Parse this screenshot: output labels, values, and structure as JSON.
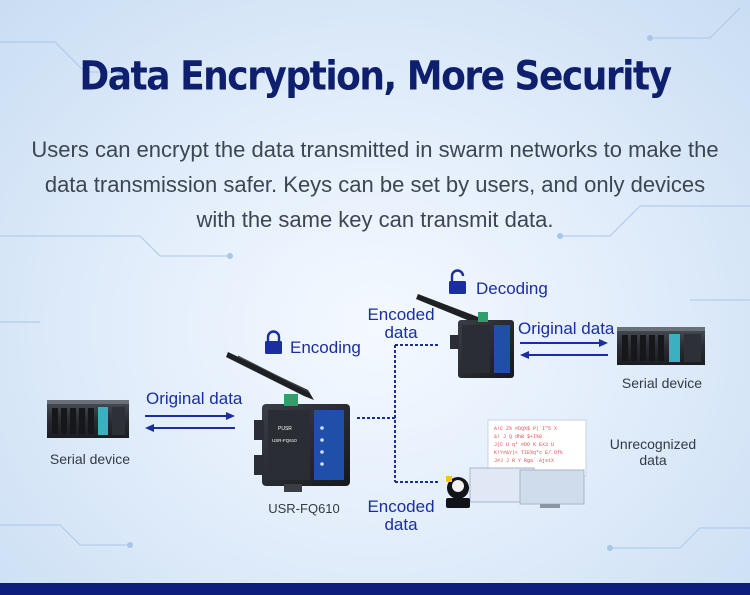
{
  "title": "Data Encryption, More Security",
  "subtitle": "Users can encrypt the data transmitted in swarm networks to make the data transmission safer. Keys can be set by users, and only devices with the same key can transmit data.",
  "diagram": {
    "left_device": "Serial device",
    "right_device": "Serial device",
    "original_data_left": "Original data",
    "original_data_right": "Original data",
    "encoding": "Encoding",
    "decoding": "Decoding",
    "encoded_top": [
      "Encoded",
      "data"
    ],
    "encoded_bottom": [
      "Encoded",
      "data"
    ],
    "unrecognized": [
      "Unrecognized",
      "data"
    ],
    "router_model": "USR-FQ610",
    "router_front_brand": "PUSR",
    "router_front_model": "USR-FQ610"
  },
  "colors": {
    "title": "#0e1f6e",
    "accent": "#1a2ea0",
    "bottom_bar": "#0d1f7a"
  },
  "icons": [
    "lock-closed-icon",
    "lock-open-icon",
    "hacker-icon",
    "antenna-icon"
  ]
}
